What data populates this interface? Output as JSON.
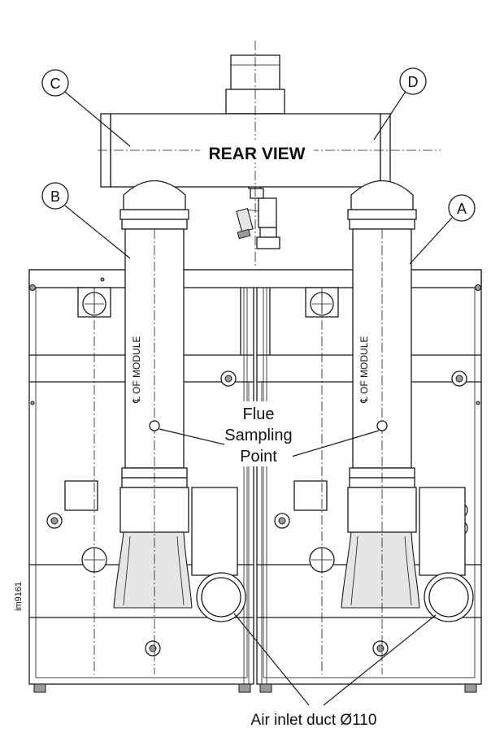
{
  "title": "REAR VIEW",
  "callouts": {
    "a": "A",
    "b": "B",
    "c": "C",
    "d": "D"
  },
  "annotations": {
    "flue_line1": "Flue",
    "flue_line2": "Sampling",
    "flue_line3": "Point",
    "air_inlet": "Air inlet duct Ø110",
    "image_ref": "im9161"
  },
  "centerline_labels": {
    "left": "℄ OF MODULE",
    "right": "℄ OF MODULE"
  },
  "colors": {
    "line": "#1a1a1a",
    "panel": "#e6e6e6",
    "background": "#ffffff"
  }
}
